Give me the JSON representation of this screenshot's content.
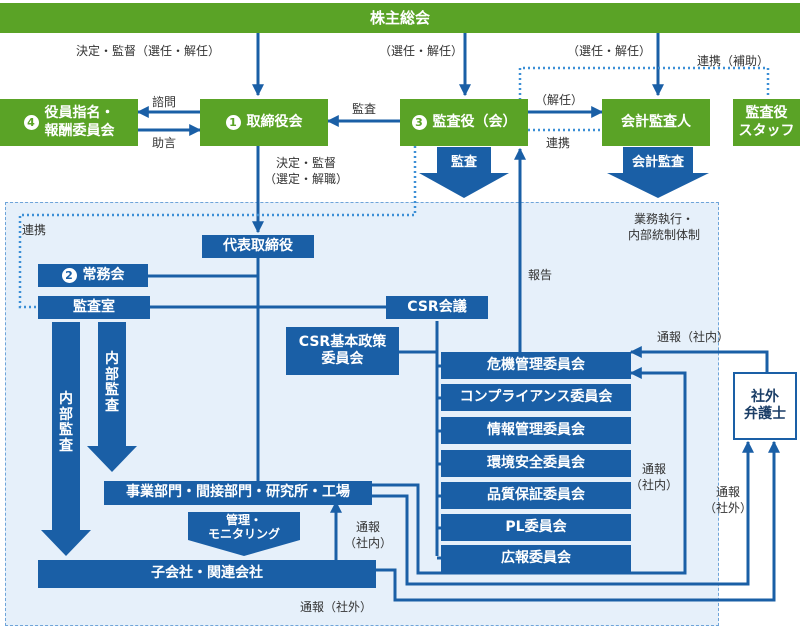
{
  "nodes": {
    "shareholders": "株主総会",
    "board": "取締役会",
    "board_num": "1",
    "auditors": "監査役（会）",
    "auditors_num": "3",
    "nomination_l1": "役員指名・",
    "nomination_l2": "報酬委員会",
    "nomination_num": "4",
    "accounting_auditor": "会計監査人",
    "audit_staff_l1": "監査役",
    "audit_staff_l2": "スタッフ",
    "president": "代表取締役",
    "exec_committee": "常務会",
    "exec_committee_num": "2",
    "audit_office": "監査室",
    "csr_council": "CSR会議",
    "csr_policy_l1": "CSR基本政策",
    "csr_policy_l2": "委員会",
    "divisions": "事業部門・間接部門・研究所・工場",
    "subsidiaries": "子会社・関連会社",
    "lawyer_l1": "社外",
    "lawyer_l2": "弁護士"
  },
  "committees": [
    "危機管理委員会",
    "コンプライアンス委員会",
    "情報管理委員会",
    "環境安全委員会",
    "品質保証委員会",
    "PL委員会",
    "広報委員会"
  ],
  "arrows": {
    "audit": "監査",
    "accounting_audit": "会計監査",
    "internal_audit_1": "内部監査",
    "internal_audit_2": "内部監査",
    "management_l1": "管理・",
    "management_l2": "モニタリング"
  },
  "labels": {
    "decide_supervise_elect": "決定・監督（選任・解任）",
    "elect_dismiss_1": "（選任・解任）",
    "elect_dismiss_2": "（選任・解任）",
    "coop_assist": "連携（補助）",
    "consult": "諮問",
    "advise": "助言",
    "audit_small": "監査",
    "dismiss": "（解任）",
    "coop_1": "連携",
    "coop_2": "連携",
    "decide_supervise": "決定・監督",
    "appoint_dismiss": "（選定・解職）",
    "business_exec_l1": "業務執行・",
    "business_exec_l2": "内部統制体制",
    "report": "報告",
    "whistle_internal_1": "通報（社内）",
    "whistle_internal_2_l1": "通報",
    "whistle_internal_2_l2": "（社内）",
    "whistle_internal_3_l1": "通報",
    "whistle_internal_3_l2": "（社内）",
    "whistle_external_1_l1": "通報",
    "whistle_external_1_l2": "（社外）",
    "whistle_external_2": "通報（社外）"
  },
  "colors": {
    "green": "#5aa326",
    "blue": "#1a5fa6",
    "panel": "#e6f0fa",
    "dotted": "#3b8fd6"
  }
}
